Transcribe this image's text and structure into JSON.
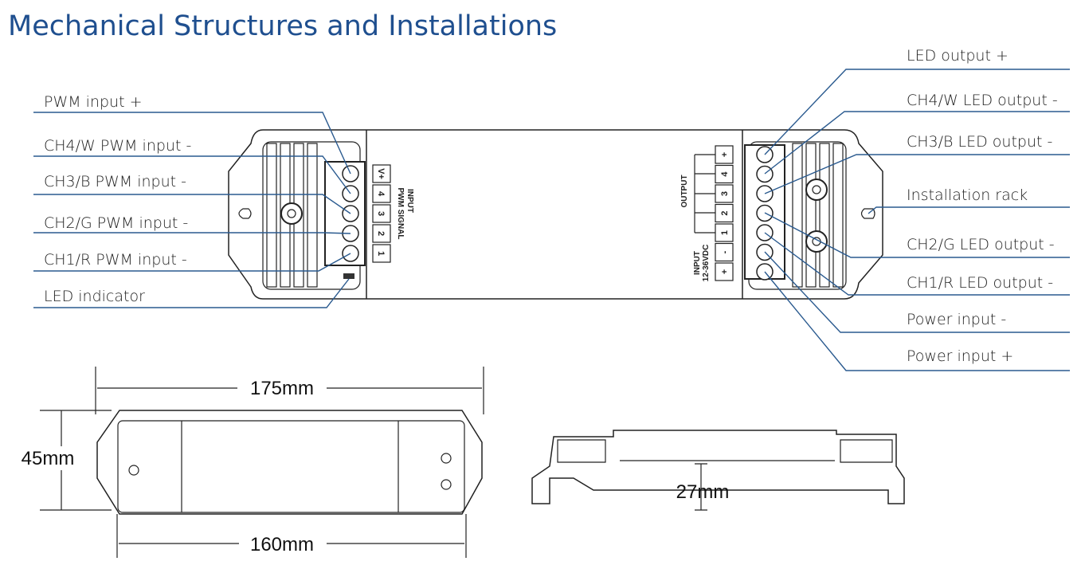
{
  "title": "Mechanical Structures and Installations",
  "left_labels": [
    "PWM input +",
    "CH4/W PWM input -",
    "CH3/B PWM input -",
    "CH2/G PWM input -",
    "CH1/R PWM input -",
    "LED indicator"
  ],
  "right_labels": [
    "LED output +",
    "CH4/W LED output -",
    "CH3/B LED output -",
    "Installation rack",
    "CH2/G LED output -",
    "CH1/R LED output -",
    "Power input -",
    "Power input +"
  ],
  "input_terminals": [
    "V+",
    "4",
    "3",
    "2",
    "1"
  ],
  "input_section": {
    "line1": "INPUT",
    "line2": "PWM SIGNAL"
  },
  "output_terminals": [
    "+",
    "4",
    "3",
    "2",
    "1",
    "-",
    "+"
  ],
  "output_section": "OUTPUT",
  "power_section": {
    "line1": "INPUT",
    "line2": "12-36VDC"
  },
  "dimensions": {
    "length_total": "175mm",
    "height": "45mm",
    "length_mount": "160mm",
    "depth": "27mm"
  }
}
